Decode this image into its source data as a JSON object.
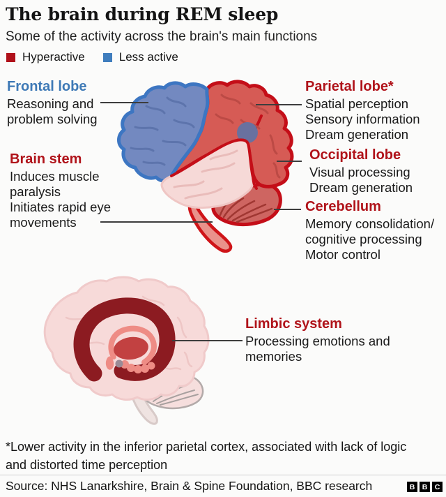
{
  "header": {
    "title": "The brain during REM sleep",
    "subtitle": "Some of the activity across the brain's main functions"
  },
  "legend": {
    "hyperactive": {
      "label": "Hyperactive",
      "color": "#b0111a"
    },
    "less_active": {
      "label": "Less active",
      "color": "#3f7dbd"
    }
  },
  "labels": {
    "frontal": {
      "heading": "Frontal lobe",
      "lines": [
        "Reasoning and",
        "problem solving"
      ]
    },
    "brainstem": {
      "heading": "Brain stem",
      "lines": [
        "Induces muscle",
        "paralysis",
        "Initiates rapid eye",
        "movements"
      ]
    },
    "parietal": {
      "heading": "Parietal lobe*",
      "lines": [
        "Spatial perception",
        "Sensory information",
        "Dream generation"
      ]
    },
    "occipital": {
      "heading": "Occipital lobe",
      "lines": [
        "Visual processing",
        "Dream generation"
      ]
    },
    "cerebellum": {
      "heading": "Cerebellum",
      "lines": [
        "Memory consolidation/",
        "cognitive processing",
        "Motor control"
      ]
    },
    "limbic": {
      "heading": "Limbic system",
      "lines": [
        "Processing emotions and",
        "memories"
      ]
    }
  },
  "footnote": {
    "lines": [
      "*Lower activity in the inferior parietal cortex, associated with lack of logic",
      "and distorted time perception"
    ]
  },
  "footer": {
    "source": "Source: NHS Lanarkshire, Brain & Spine Foundation, BBC research",
    "logo": [
      "B",
      "B",
      "C"
    ]
  },
  "colors": {
    "hyperactive_red": "#b0111a",
    "less_active_blue": "#3f7dbd",
    "heading_red": "#b0131a",
    "heading_blue": "#3e79b6",
    "frontal_fill": "#7389c0",
    "frontal_outline": "#3d76c2",
    "hyperactive_lobe_fill": "#d65b55",
    "hyperactive_lobe_outline": "#c40e18",
    "temporal_fill": "#f6d9d7",
    "inferior_parietal_spot": "#69719f",
    "limbic_dark": "#8c1b21",
    "limbic_salmon": "#ee8c85"
  }
}
